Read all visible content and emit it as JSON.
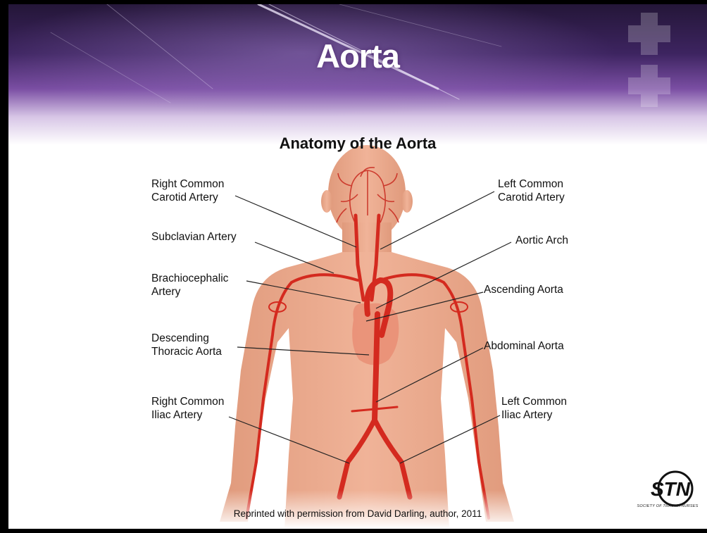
{
  "slide": {
    "title": "Aorta",
    "colors": {
      "banner_dark": "#2a1b45",
      "banner_purple": "#6a3f94",
      "artery_red": "#d42a1f",
      "skin": "#e8a286"
    }
  },
  "figure": {
    "title": "Anatomy of the Aorta",
    "labels": {
      "right_common_carotid": "Right Common\nCarotid Artery",
      "left_common_carotid": "Left Common\nCarotid Artery",
      "subclavian": "Subclavian Artery",
      "aortic_arch": "Aortic Arch",
      "brachiocephalic": "Brachiocephalic\nArtery",
      "ascending_aorta": "Ascending Aorta",
      "descending_thoracic": "Descending\nThoracic Aorta",
      "abdominal_aorta": "Abdominal Aorta",
      "right_common_iliac": "Right Common\nIliac Artery",
      "left_common_iliac": "Left Common\nIliac Artery"
    },
    "credit": "Reprinted with permission from David Darling, author, 2011"
  },
  "logo": {
    "text": "STN",
    "caption": "Society of Trauma Nurses",
    "icon": "stn-logo"
  }
}
